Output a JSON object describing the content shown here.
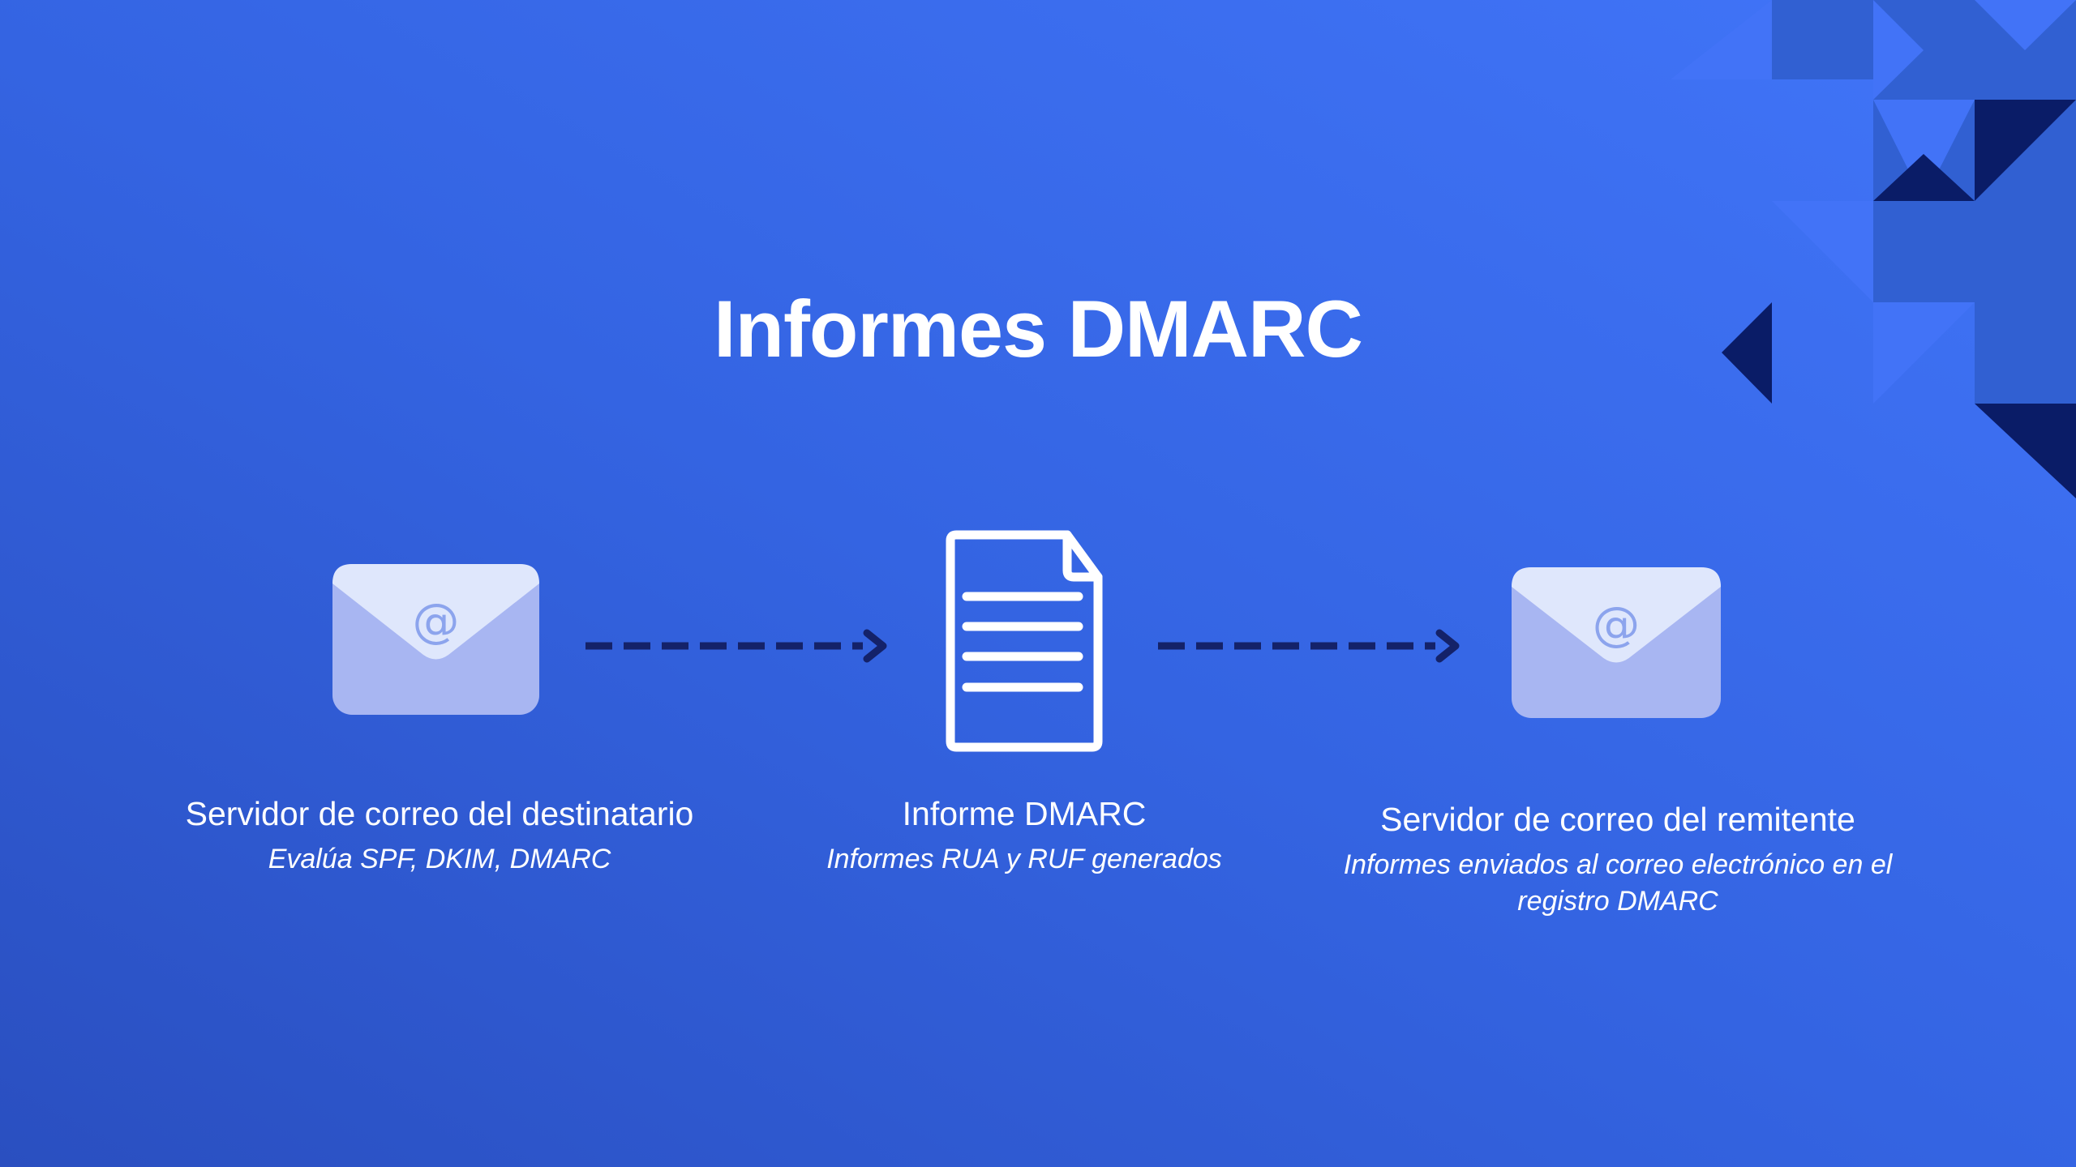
{
  "title": "Informes DMARC",
  "columns": [
    {
      "icon": "envelope",
      "heading": "Servidor de correo del destinatario",
      "subtitle": "Evalúa SPF, DKIM, DMARC"
    },
    {
      "icon": "document",
      "heading": "Informe DMARC",
      "subtitle": "Informes RUA y RUF generados"
    },
    {
      "icon": "envelope",
      "heading": "Servidor de correo del remitente",
      "subtitle": "Informes enviados al correo electrónico en el registro DMARC"
    }
  ],
  "icons": {
    "at_symbol": "@"
  },
  "colors": {
    "bg_dark": "#2a4fc0",
    "bg_mid": "#3464e2",
    "bg_light": "#4175f9",
    "title_text": "#ffffff",
    "arrow": "#142269",
    "envelope_body": "#a8b6f2",
    "envelope_flap": "#dfe7fc",
    "at_symbol_color": "#8ca4ed",
    "document_stroke": "#ffffff",
    "mosaic_bright": "#4273f7",
    "mosaic_medium": "#3160d2",
    "mosaic_navy": "#0a1c67"
  }
}
